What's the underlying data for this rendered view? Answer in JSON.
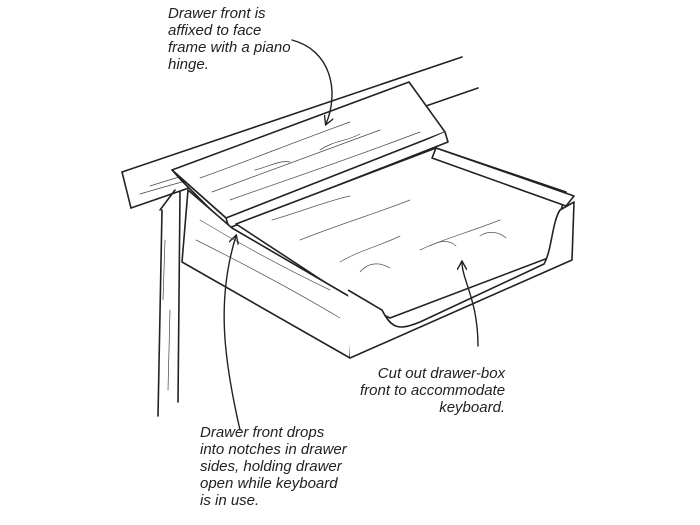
{
  "callouts": {
    "hinge": {
      "lines": [
        "Drawer front is",
        "affixed to face",
        "frame with a piano",
        "hinge."
      ]
    },
    "cutout": {
      "lines": [
        "Cut out drawer-box",
        "front to accommodate",
        "keyboard."
      ]
    },
    "notches": {
      "lines": [
        "Drawer front drops",
        "into notches in drawer",
        "sides, holding drawer",
        "open while keyboard",
        "is in use."
      ]
    }
  },
  "colors": {
    "ink": "#222222",
    "background": "#ffffff"
  }
}
